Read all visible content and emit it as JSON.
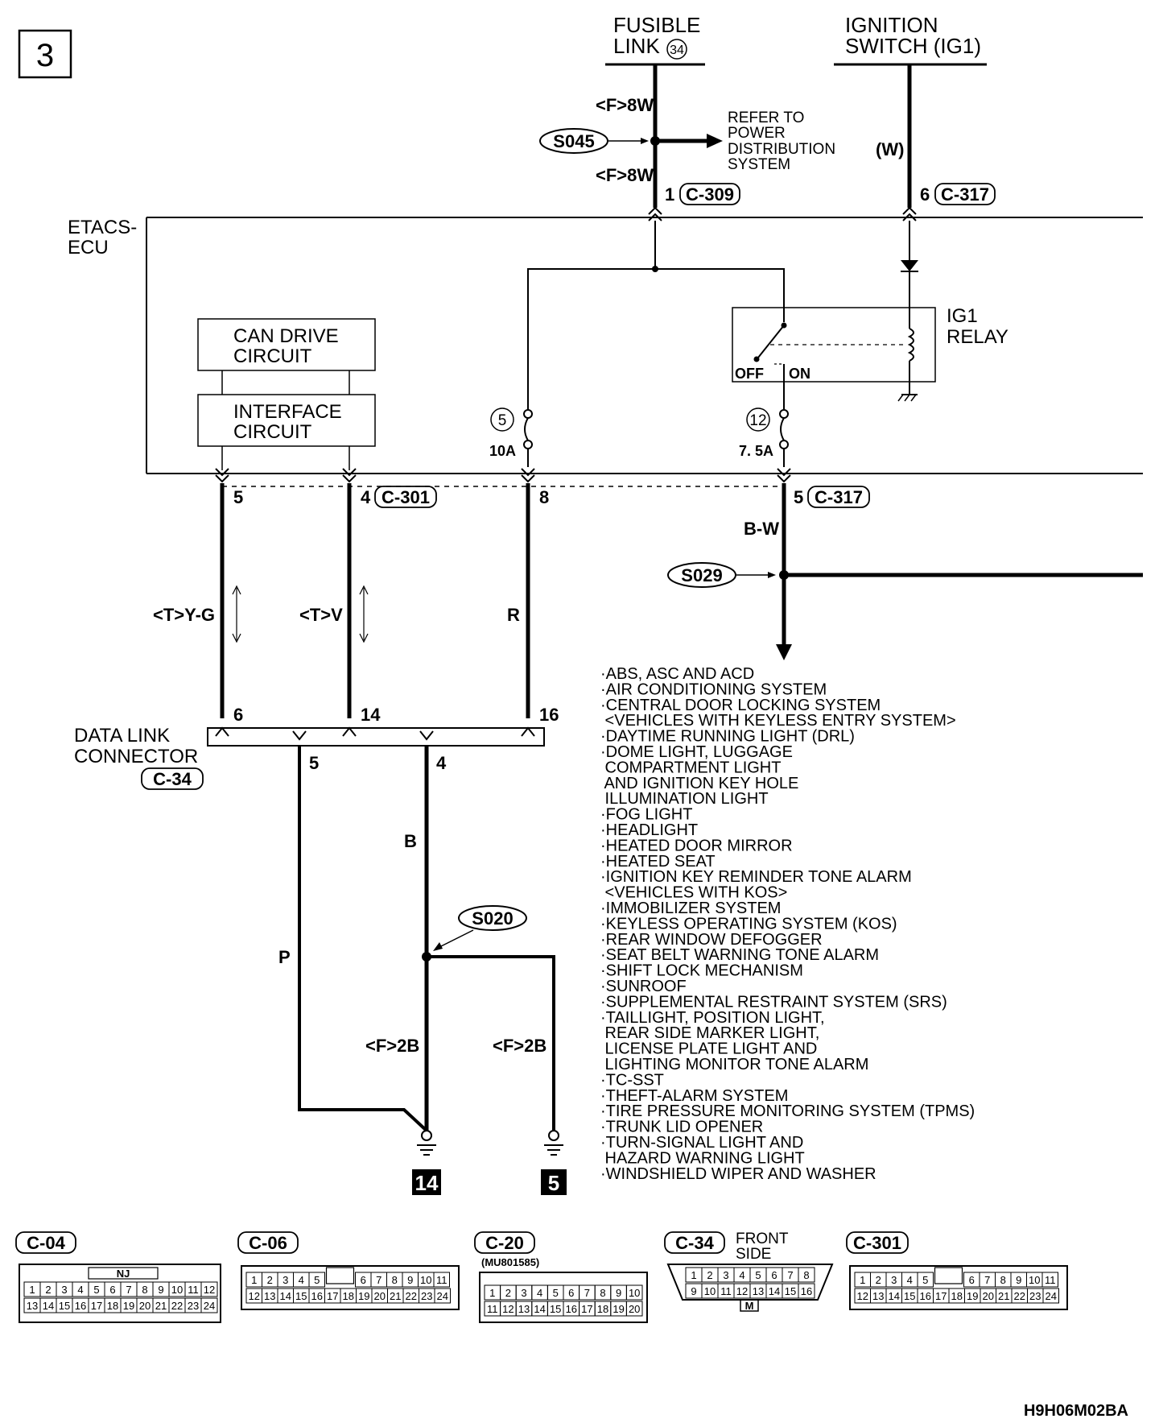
{
  "page": {
    "number": "3",
    "code": "H9H06M02BA"
  },
  "sources": {
    "fusible_link": {
      "line1": "FUSIBLE",
      "line2": "LINK",
      "num": "34"
    },
    "ignition": {
      "line1": "IGNITION",
      "line2": "SWITCH (IG1)"
    }
  },
  "wires": {
    "f8w_top": "<F>8W",
    "f8w_bottom": "<F>8W",
    "w": "(W)",
    "bw": "B-W",
    "tyg": "<T>Y-G",
    "tv": "<T>V",
    "r": "R",
    "p": "P",
    "b": "B",
    "f2b_left": "<F>2B",
    "f2b_right": "<F>2B"
  },
  "splices": {
    "s045": "S045",
    "s029": "S029",
    "s020": "S020"
  },
  "refer": [
    "REFER TO",
    "POWER",
    "DISTRIBUTION",
    "SYSTEM"
  ],
  "connectors": {
    "c309_pin": "1",
    "c309": "C-309",
    "c317_top_pin": "6",
    "c317_top": "C-317",
    "c301": "C-301",
    "c317_bottom": "C-317",
    "c34": "C-34"
  },
  "ecu": {
    "line1": "ETACS-",
    "line2": "ECU",
    "can1": "CAN DRIVE",
    "can2": "CIRCUIT",
    "if1": "INTERFACE",
    "if2": "CIRCUIT",
    "relay1": "IG1",
    "relay2": "RELAY",
    "off": "OFF",
    "on": "ON",
    "fuse5_num": "5",
    "fuse5_amp": "10A",
    "fuse12_num": "12",
    "fuse12_amp": "7. 5A"
  },
  "pins": {
    "ecu_5": "5",
    "ecu_4": "4",
    "ecu_8": "8",
    "ecu_5b": "5",
    "dlc_6": "6",
    "dlc_14": "14",
    "dlc_16": "16",
    "dlc_5": "5",
    "dlc_4": "4"
  },
  "dlc": {
    "line1": "DATA LINK",
    "line2": "CONNECTOR"
  },
  "grounds": {
    "g14": "14",
    "g5": "5"
  },
  "systems": [
    "·ABS, ASC AND ACD",
    "·AIR CONDITIONING SYSTEM",
    "·CENTRAL DOOR LOCKING SYSTEM",
    " <VEHICLES WITH KEYLESS ENTRY SYSTEM>",
    "·DAYTIME RUNNING LIGHT (DRL)",
    "·DOME LIGHT, LUGGAGE",
    " COMPARTMENT LIGHT",
    " AND IGNITION KEY HOLE",
    " ILLUMINATION LIGHT",
    "·FOG LIGHT",
    "·HEADLIGHT",
    "·HEATED DOOR MIRROR",
    "·HEATED SEAT",
    "·IGNITION KEY REMINDER TONE ALARM",
    " <VEHICLES WITH KOS>",
    "·IMMOBILIZER SYSTEM",
    "·KEYLESS OPERATING SYSTEM (KOS)",
    "·REAR WINDOW DEFOGGER",
    "·SEAT BELT WARNING TONE ALARM",
    "·SHIFT LOCK MECHANISM",
    "·SUNROOF",
    "·SUPPLEMENTAL RESTRAINT SYSTEM (SRS)",
    "·TAILLIGHT, POSITION LIGHT,",
    " REAR SIDE MARKER LIGHT,",
    " LICENSE PLATE LIGHT AND",
    " LIGHTING MONITOR TONE ALARM",
    "·TC-SST",
    "·THEFT-ALARM SYSTEM",
    "·TIRE PRESSURE MONITORING SYSTEM (TPMS)",
    "·TRUNK LID OPENER",
    "·TURN-SIGNAL LIGHT AND",
    " HAZARD WARNING LIGHT",
    "·WINDSHIELD WIPER AND WASHER"
  ],
  "connector_views": {
    "c04": {
      "label": "C-04",
      "mark": "NJ",
      "row1": [
        "1",
        "2",
        "3",
        "4",
        "5",
        "6",
        "7",
        "8",
        "9",
        "10",
        "11",
        "12"
      ],
      "row2": [
        "13",
        "14",
        "15",
        "16",
        "17",
        "18",
        "19",
        "20",
        "21",
        "22",
        "23",
        "24"
      ]
    },
    "c06": {
      "label": "C-06",
      "row1": [
        "1",
        "2",
        "3",
        "4",
        "5",
        "6",
        "7",
        "8",
        "9",
        "10",
        "11"
      ],
      "row2": [
        "12",
        "13",
        "14",
        "15",
        "16",
        "17",
        "18",
        "19",
        "20",
        "21",
        "22",
        "23",
        "24"
      ]
    },
    "c20": {
      "label": "C-20",
      "part": "(MU801585)",
      "row1": [
        "1",
        "2",
        "3",
        "4",
        "5",
        "6",
        "7",
        "8",
        "9",
        "10"
      ],
      "row2": [
        "11",
        "12",
        "13",
        "14",
        "15",
        "16",
        "17",
        "18",
        "19",
        "20"
      ]
    },
    "c34": {
      "label": "C-34",
      "front1": "FRONT",
      "front2": "SIDE",
      "mark": "M",
      "row1": [
        "1",
        "2",
        "3",
        "4",
        "5",
        "6",
        "7",
        "8"
      ],
      "row2": [
        "9",
        "10",
        "11",
        "12",
        "13",
        "14",
        "15",
        "16"
      ]
    },
    "c301": {
      "label": "C-301",
      "row1": [
        "1",
        "2",
        "3",
        "4",
        "5",
        "6",
        "7",
        "8",
        "9",
        "10",
        "11"
      ],
      "row2": [
        "12",
        "13",
        "14",
        "15",
        "16",
        "17",
        "18",
        "19",
        "20",
        "21",
        "22",
        "23",
        "24"
      ]
    }
  }
}
